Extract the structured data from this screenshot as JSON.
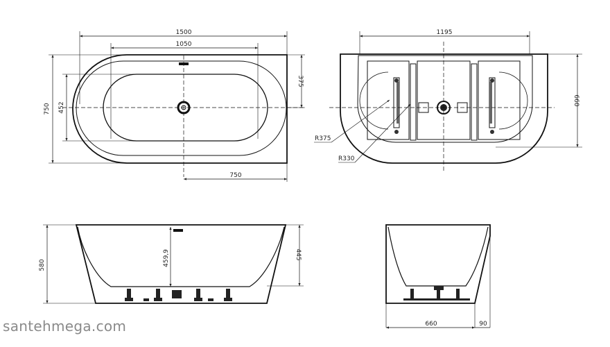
{
  "top_view": {
    "overall_length": "1500",
    "inner_length": "1050",
    "half_length": "750",
    "overall_width": "750",
    "inner_width": "452",
    "drain_offset": "375"
  },
  "rear_view": {
    "overall_length": "1195",
    "overall_width": "660",
    "outer_radius": "R375",
    "inner_radius": "R330"
  },
  "side_view": {
    "overall_height": "580",
    "inner_depth": "459,9",
    "rim_height": "445"
  },
  "end_view": {
    "base_width": "660",
    "offset": "90"
  },
  "watermark": "santehmega.com"
}
